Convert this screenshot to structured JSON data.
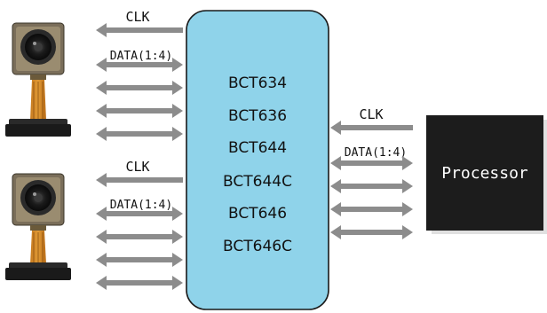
{
  "switch_chip": {
    "part_numbers": [
      "BCT634",
      "BCT636",
      "BCT644",
      "BCT644C",
      "BCT646",
      "BCT646C"
    ],
    "fill_color": "#8fd3ea",
    "border_color": "#1a1a1a"
  },
  "camera_ports": [
    {
      "clk_label": "CLK",
      "data_label": "DATA(1:4)",
      "data_lane_count": 4
    },
    {
      "clk_label": "CLK",
      "data_label": "DATA(1:4)",
      "data_lane_count": 4
    }
  ],
  "processor_port": {
    "clk_label": "CLK",
    "data_label": "DATA(1:4)",
    "data_lane_count": 4
  },
  "processor": {
    "label": "Processor",
    "fill_color": "#1c1c1c",
    "text_color": "#ffffff"
  },
  "arrow_color": "#8c8c8c",
  "camera_icon": "camera-module-icon"
}
